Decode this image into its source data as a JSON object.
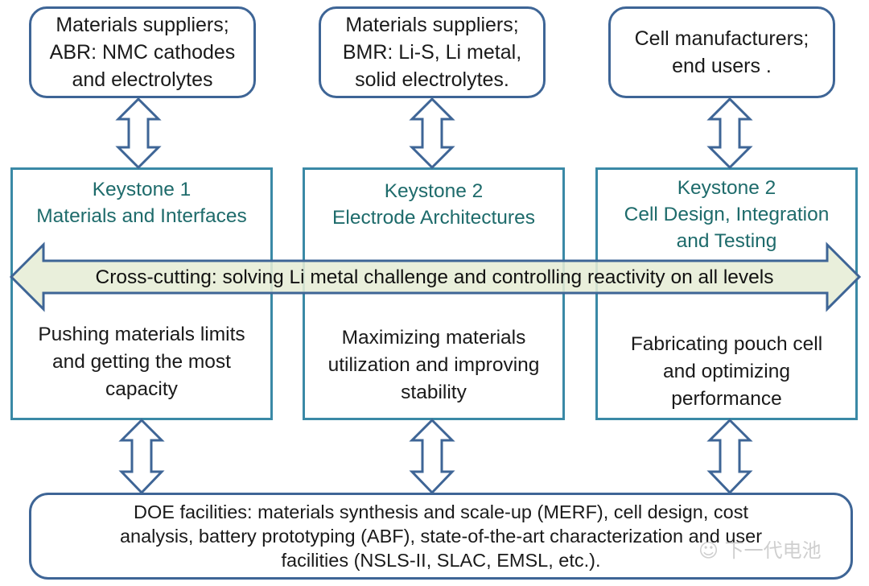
{
  "top_boxes": [
    {
      "text": "Materials suppliers;\nABR: NMC cathodes\nand electrolytes"
    },
    {
      "text": "Materials suppliers;\nBMR: Li-S, Li metal,\nsolid electrolytes."
    },
    {
      "text": "Cell manufacturers;\nend users ."
    }
  ],
  "keystones": [
    {
      "title": "Keystone 1\nMaterials and Interfaces",
      "description": "Pushing materials limits\nand getting the most\ncapacity"
    },
    {
      "title": "Keystone 2\nElectrode Architectures",
      "description": "Maximizing materials\nutilization and improving\nstability"
    },
    {
      "title": "Keystone 2\nCell Design, Integration\nand Testing",
      "description": "Fabricating pouch cell\nand optimizing\nperformance"
    }
  ],
  "cross_cutting": {
    "text": "Cross-cutting: solving Li metal challenge and controlling reactivity on all levels"
  },
  "bottom_box": {
    "text": "DOE facilities: materials synthesis and scale-up (MERF), cell design, cost\nanalysis, battery prototyping (ABF), state-of-the-art characterization and user\nfacilities (NSLS-II, SLAC, EMSL, etc.)."
  },
  "watermark": {
    "text": "下一代电池"
  },
  "colors": {
    "box_border": "#3e6596",
    "keystone_border": "#3a89a6",
    "keystone_title": "#1e6b6b",
    "cross_fill": "#e6edd6"
  }
}
